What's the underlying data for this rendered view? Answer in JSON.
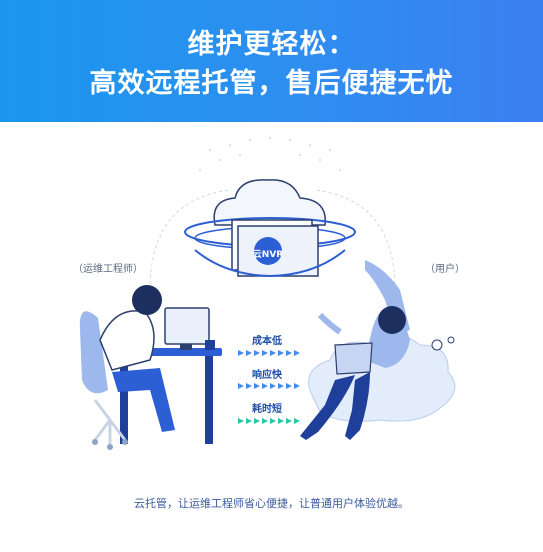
{
  "header": {
    "line1": "维护更轻松：",
    "line2": "高效远程托管，售后便捷无忧"
  },
  "labels": {
    "engineer": "（运维工程师）",
    "user": "（用户）",
    "cloud_device": "云NVR"
  },
  "benefits": [
    "成本低",
    "响应快",
    "耗时短"
  ],
  "caption": "云托管，让运维工程师省心便捷，让普通用户体验优越。",
  "colors": {
    "header_start": "#1a97ec",
    "header_end": "#3b7ff0",
    "accent_blue": "#2d5fd4",
    "arrow_green": "#28c7a8",
    "arrow_blue": "#3f8ff0"
  }
}
